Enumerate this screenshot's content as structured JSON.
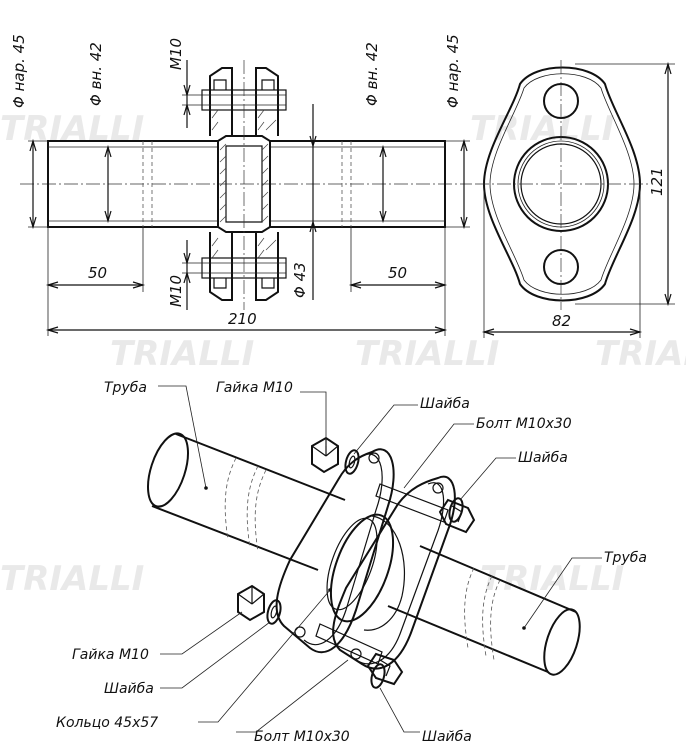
{
  "watermark": "TRIALLI",
  "dimensions": {
    "outer_diameter": "Φ нар. 45",
    "inner_diameter": "Φ вн. 42",
    "thread_top": "M10",
    "thread_bottom": "M10",
    "ring_diameter": "Φ 43",
    "length_left": "50",
    "length_right": "50",
    "total_length": "210",
    "flange_width": "82",
    "flange_height": "121"
  },
  "labels": {
    "pipe_left": "Труба",
    "nut_top": "Гайка М10",
    "washer_top": "Шайба",
    "bolt_top": "Болт М10х30",
    "washer_top_right": "Шайба",
    "pipe_right": "Труба",
    "nut_bottom": "Гайка М10",
    "washer_bottom": "Шайба",
    "ring": "Кольцо 45х57",
    "bolt_bottom": "Болт М10х30",
    "washer_bottom_right": "Шайба"
  }
}
